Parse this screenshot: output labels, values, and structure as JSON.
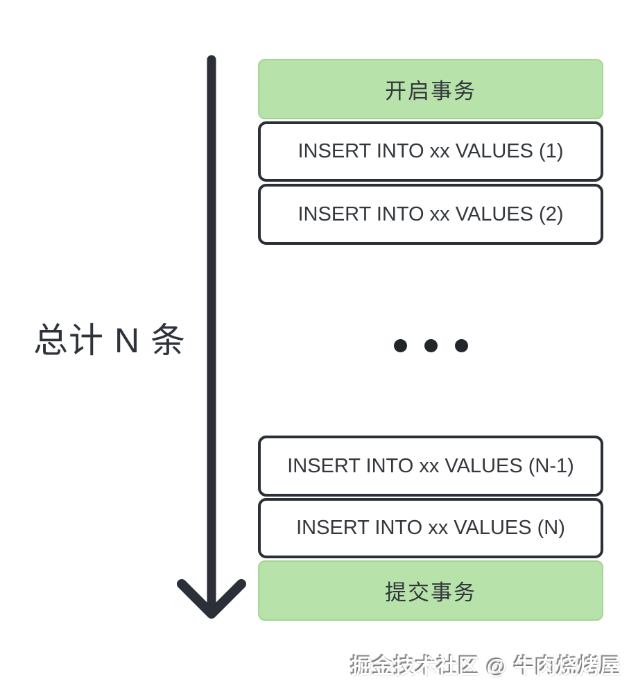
{
  "diagram": {
    "title_context": "batch-insert-transaction-flow",
    "left_label": "总计 N 条",
    "flow": {
      "start": "开启事务",
      "inserts_top": [
        "INSERT INTO xx VALUES (1)",
        "INSERT INTO xx VALUES (2)"
      ],
      "ellipsis_dots": 3,
      "inserts_bottom": [
        "INSERT INTO xx VALUES (N-1)",
        "INSERT INTO xx VALUES (N)"
      ],
      "commit": "提交事务"
    },
    "watermark": "掘金技术社区 @ 牛肉烧烤屋",
    "colors": {
      "green_fill": "#b7e3ab",
      "green_border": "#a3d593",
      "box_border": "#2b2f37",
      "text_dark": "#33373c",
      "arrow": "#2b2f37",
      "dot": "#22262c"
    }
  }
}
